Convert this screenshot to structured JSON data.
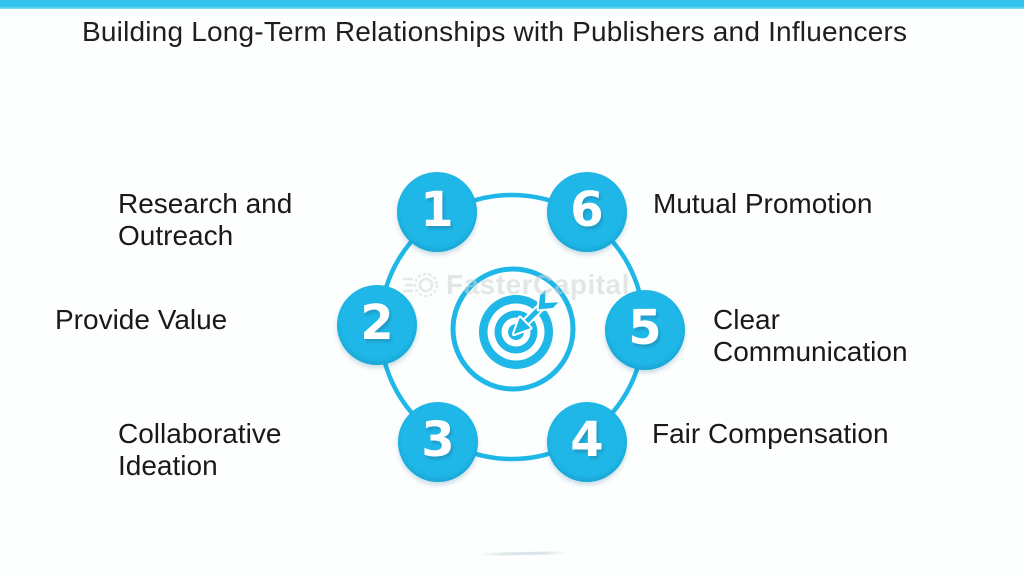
{
  "title": "Building Long-Term Relationships with Publishers and Influencers",
  "watermark": "FasterCapital",
  "colors": {
    "accent": "#1eb7e7",
    "topbar": "#33c3ec",
    "title_text": "#1e1e1e",
    "label_text": "#191919",
    "number_text": "#ffffff",
    "watermark_text": "#ced4d6"
  },
  "diagram": {
    "items": [
      {
        "number": "1",
        "label": "Research and\nOutreach"
      },
      {
        "number": "2",
        "label": "Provide Value"
      },
      {
        "number": "3",
        "label": "Collaborative\nIdeation"
      },
      {
        "number": "4",
        "label": "Fair Compensation"
      },
      {
        "number": "5",
        "label": "Clear\nCommunication"
      },
      {
        "number": "6",
        "label": "Mutual Promotion"
      }
    ]
  }
}
